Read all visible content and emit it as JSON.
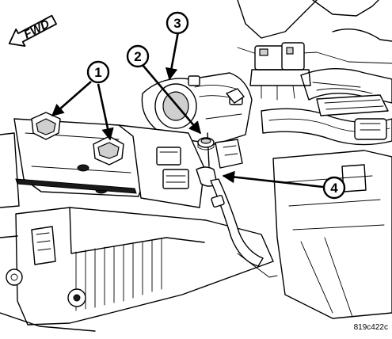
{
  "direction_label": "FWD",
  "figure_code": "819c422c",
  "callouts": [
    "1",
    "2",
    "3",
    "4"
  ]
}
